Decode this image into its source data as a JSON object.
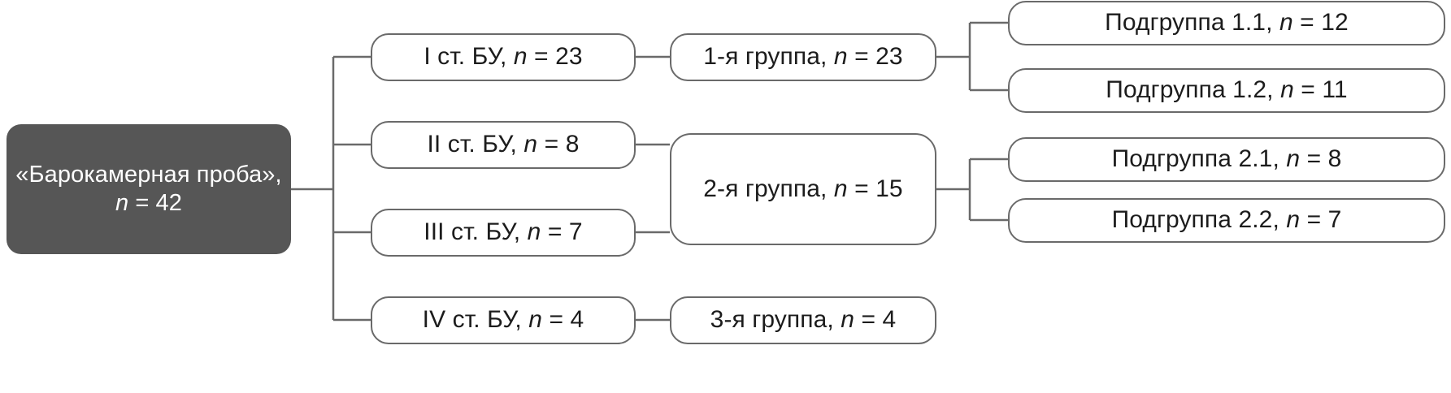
{
  "diagram": {
    "title_node": {
      "name": "root-node",
      "text": "«Барокамерная проба»,\nn = 42",
      "n": 42,
      "bg_color": "#565656",
      "text_color": "#ffffff"
    },
    "level_stages": [
      {
        "name": "stage-1",
        "text": "I ст. БУ, n = 23",
        "n": 23
      },
      {
        "name": "stage-2",
        "text": "II ст. БУ, n = 8",
        "n": 8
      },
      {
        "name": "stage-3",
        "text": "III ст. БУ, n = 7",
        "n": 7
      },
      {
        "name": "stage-4",
        "text": "IV ст. БУ, n = 4",
        "n": 4
      }
    ],
    "level_groups": [
      {
        "name": "group-1",
        "text": "1-я группа, n = 23",
        "n": 23
      },
      {
        "name": "group-2",
        "text": "2-я группа, n = 15",
        "n": 15
      },
      {
        "name": "group-3",
        "text": "3-я группа, n = 4",
        "n": 4
      }
    ],
    "level_subgroups": [
      {
        "name": "subgroup-1-1",
        "text": "Подгруппа 1.1, n = 12",
        "n": 12
      },
      {
        "name": "subgroup-1-2",
        "text": "Подгруппа 1.2, n = 11",
        "n": 11
      },
      {
        "name": "subgroup-2-1",
        "text": "Подгруппа 2.1, n = 8",
        "n": 8
      },
      {
        "name": "subgroup-2-2",
        "text": "Подгруппа 2.2, n = 7",
        "n": 7
      }
    ],
    "colors": {
      "line": "#6a6a6a",
      "node_border": "#6a6a6a",
      "node_text": "#1c1c1c",
      "root_bg": "#565656",
      "background": "#ffffff"
    }
  }
}
